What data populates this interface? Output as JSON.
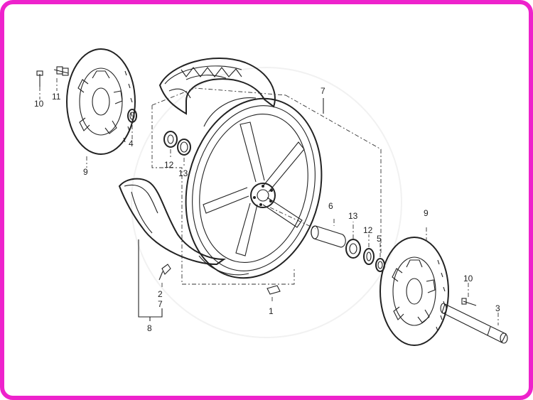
{
  "colors": {
    "frame": "#ee22cc",
    "ink": "#222222",
    "background": "#ffffff"
  },
  "callouts": {
    "c1": "1",
    "c2": "2",
    "c3": "3",
    "c4": "4",
    "c5": "5",
    "c6": "6",
    "c7_top": "7",
    "c7_bottom": "7",
    "c8": "8",
    "c9_left": "9",
    "c9_right": "9",
    "c10_left": "10",
    "c10_right": "10",
    "c11": "11",
    "c12_left": "12",
    "c12_right": "12",
    "c13_left": "13",
    "c13_right": "13"
  }
}
